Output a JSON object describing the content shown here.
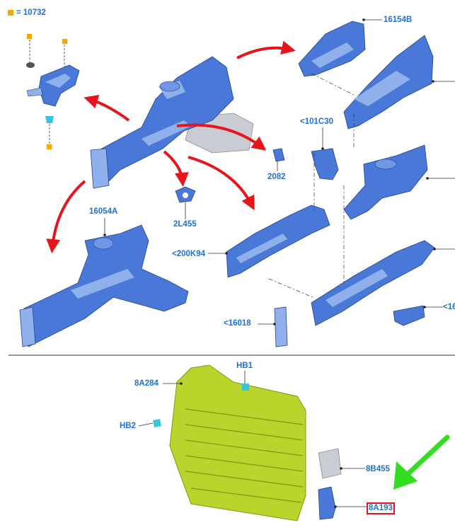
{
  "legend": {
    "swatch_color": "#f5a800",
    "text": "= 10732"
  },
  "labels": {
    "l16154B": "16154B",
    "l101C30": "<101C30",
    "l2082": "2082",
    "l2L455": "2L455",
    "l16054A": "16054A",
    "l200K94": "<200K94",
    "l16018": "<16018",
    "l16cut": "<16",
    "l8A284": "8A284",
    "lHB1": "HB1",
    "lHB2": "HB2",
    "l8B455": "8B455",
    "l8A193": "8A193"
  },
  "colors": {
    "part_blue": "#4a78d8",
    "part_blue_light": "#8fb0ea",
    "part_grey": "#c9cdd3",
    "radiator_support": "#b9d42a",
    "radiator_dark": "#7d9a12",
    "red_arrow": "#e8141c",
    "green_arrow": "#33dd22",
    "label_blue": "#1f6fd6",
    "fastener_cyan": "#35c7d8"
  },
  "highlighted_part": "8A193"
}
